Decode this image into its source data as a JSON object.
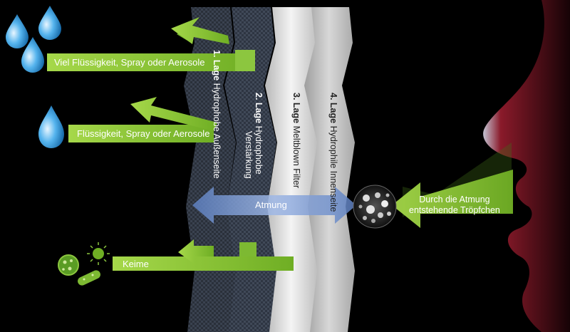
{
  "arrows": {
    "liquid_heavy": "Viel Flüssigkeit, Spray oder Aerosole",
    "liquid": "Flüssigkeit, Spray oder Aerosole",
    "germs": "Keime"
  },
  "layers": [
    {
      "number": "1. Lage",
      "text": "Hydrophobe Außenseite"
    },
    {
      "number": "2. Lage",
      "text": "Hydrophobe",
      "text2": "Verstärkung"
    },
    {
      "number": "3. Lage",
      "text": "Meltblown Filter"
    },
    {
      "number": "4. Lage",
      "text": "Hydrophile Innenseite"
    }
  ],
  "breath": {
    "label": "Atmung"
  },
  "droplets": {
    "line1": "Durch die Atmung",
    "line2": "entstehende Tröpfchen"
  },
  "colors": {
    "arrow_green": "#8cc63f",
    "arrow_green_dark": "#5e8f1f",
    "water_blue": "#3aa0e0",
    "breath_blue": "#6f8fc8",
    "face_red": "#8a1a2a",
    "filter_gray": "#e6e6e6",
    "layer_dark": "#2b3340"
  },
  "icons": [
    "water-drop-icon",
    "germ-icon",
    "virus-icon",
    "bacteria-icon",
    "droplet-particles-icon"
  ]
}
